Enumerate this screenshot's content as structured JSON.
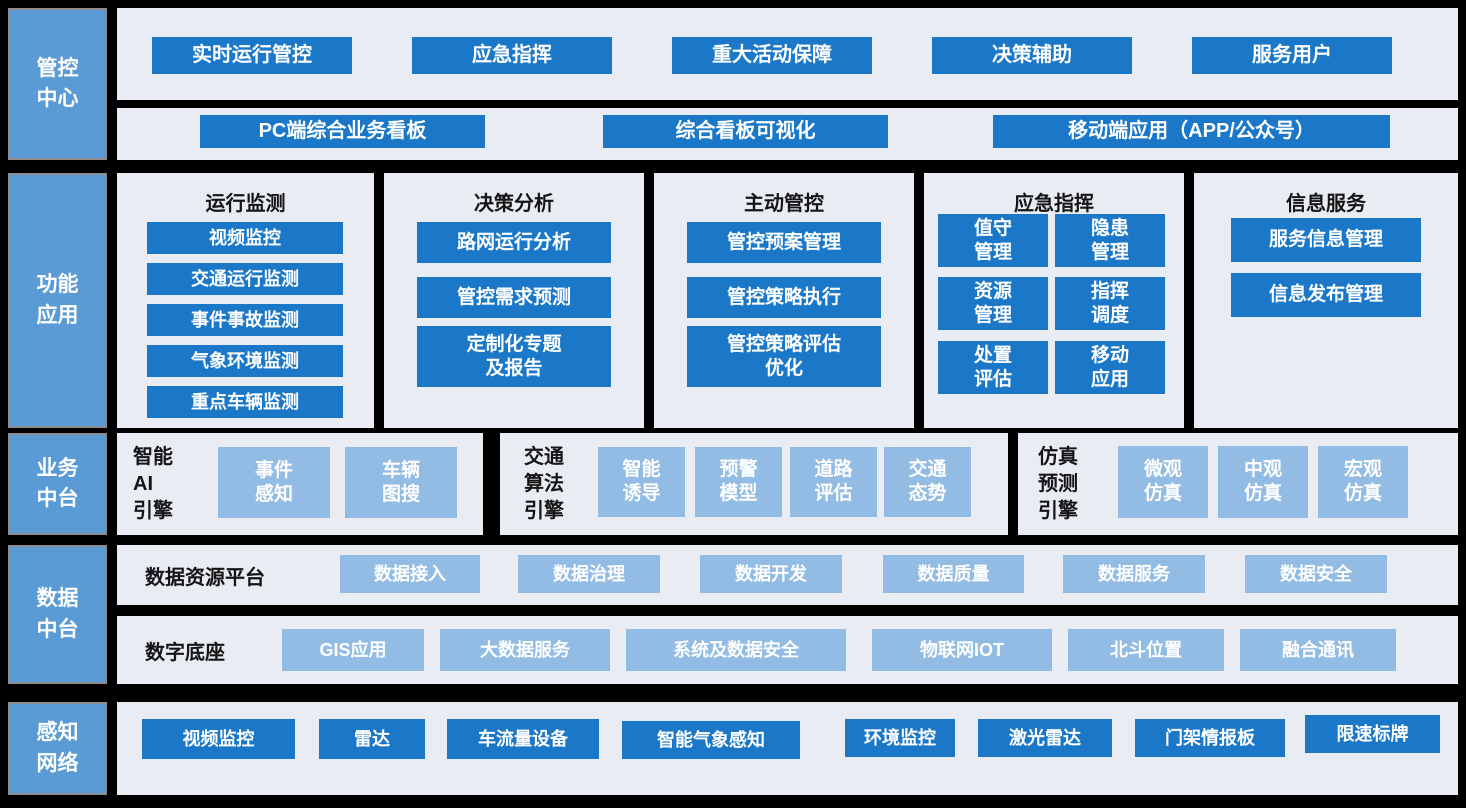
{
  "colors": {
    "background": "#000000",
    "sidebar_fill": "#5B9BD5",
    "sidebar_border": "#8C8C8C",
    "panel_background": "#E9EDF3",
    "dark_button": "#1B78C9",
    "light_button": "#92BCE4",
    "button_text": "#FFFFFF",
    "label_text": "#151515"
  },
  "sidebar": {
    "items": [
      {
        "label": "管控\n中心"
      },
      {
        "label": "功能\n应用"
      },
      {
        "label": "业务\n中台"
      },
      {
        "label": "数据\n中台"
      },
      {
        "label": "感知\n网络"
      }
    ]
  },
  "control_center": {
    "row1": [
      "实时运行管控",
      "应急指挥",
      "重大活动保障",
      "决策辅助",
      "服务用户"
    ],
    "row2": [
      "PC端综合业务看板",
      "综合看板可视化",
      "移动端应用（APP/公众号）"
    ]
  },
  "function_apps": {
    "columns": [
      {
        "title": "运行监测",
        "buttons": [
          "视频监控",
          "交通运行监测",
          "事件事故监测",
          "气象环境监测",
          "重点车辆监测"
        ]
      },
      {
        "title": "决策分析",
        "buttons": [
          "路网运行分析",
          "管控需求预测",
          "定制化专题\n及报告"
        ]
      },
      {
        "title": "主动管控",
        "buttons": [
          "管控预案管理",
          "管控策略执行",
          "管控策略评估\n优化"
        ]
      },
      {
        "title": "应急指挥",
        "buttons": [
          "值守\n管理",
          "隐患\n管理",
          "资源\n管理",
          "指挥\n调度",
          "处置\n评估",
          "移动\n应用"
        ]
      },
      {
        "title": "信息服务",
        "buttons": [
          "服务信息管理",
          "信息发布管理"
        ]
      }
    ]
  },
  "business_platform": {
    "groups": [
      {
        "label": "智能\nAI\n引擎",
        "buttons": [
          "事件\n感知",
          "车辆\n图搜"
        ]
      },
      {
        "label": "交通\n算法\n引擎",
        "buttons": [
          "智能\n诱导",
          "预警\n模型",
          "道路\n评估",
          "交通\n态势"
        ]
      },
      {
        "label": "仿真\n预测\n引擎",
        "buttons": [
          "微观\n仿真",
          "中观\n仿真",
          "宏观\n仿真"
        ]
      }
    ]
  },
  "data_platform": {
    "rows": [
      {
        "label": "数据资源平台",
        "buttons": [
          "数据接入",
          "数据治理",
          "数据开发",
          "数据质量",
          "数据服务",
          "数据安全"
        ]
      },
      {
        "label": "数字底座",
        "buttons": [
          "GIS应用",
          "大数据服务",
          "系统及数据安全",
          "物联网IOT",
          "北斗位置",
          "融合通讯"
        ]
      }
    ]
  },
  "sensing_network": {
    "buttons": [
      "视频监控",
      "雷达",
      "车流量设备",
      "智能气象感知",
      "环境监控",
      "激光雷达",
      "门架情报板",
      "限速标牌"
    ]
  }
}
